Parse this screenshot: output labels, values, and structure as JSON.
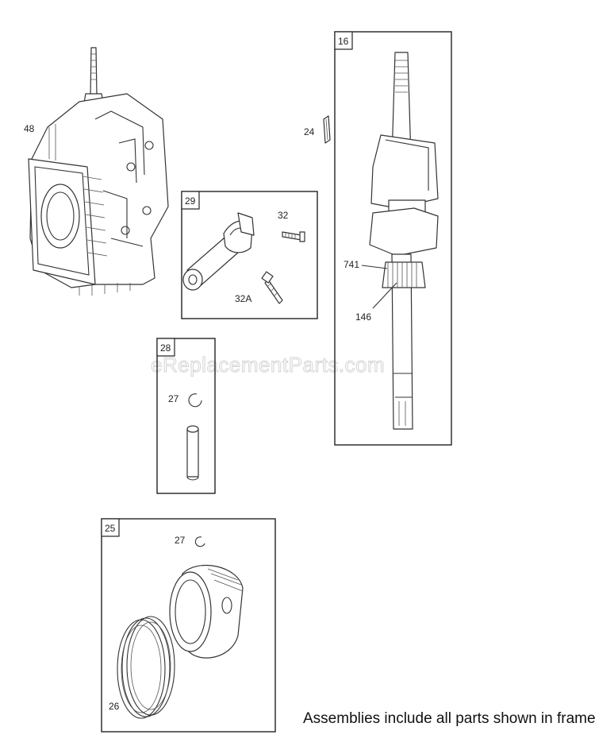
{
  "diagram": {
    "watermark": "eReplacementParts.com",
    "footnote": "Assemblies include all parts shown in frames."
  },
  "frames": {
    "crankshaft": {
      "tag": "16"
    },
    "connecting_rod": {
      "tag": "29"
    },
    "piston_pin": {
      "tag": "28"
    },
    "piston": {
      "tag": "25"
    }
  },
  "callouts": {
    "cylinder": "48",
    "key": "24",
    "rod_bolt": "32",
    "rod_bolt_a": "32A",
    "pin_retainer": "27",
    "timing_gear_key": "741",
    "timing_gear": "146",
    "piston_retainer": "27",
    "rings": "26"
  }
}
